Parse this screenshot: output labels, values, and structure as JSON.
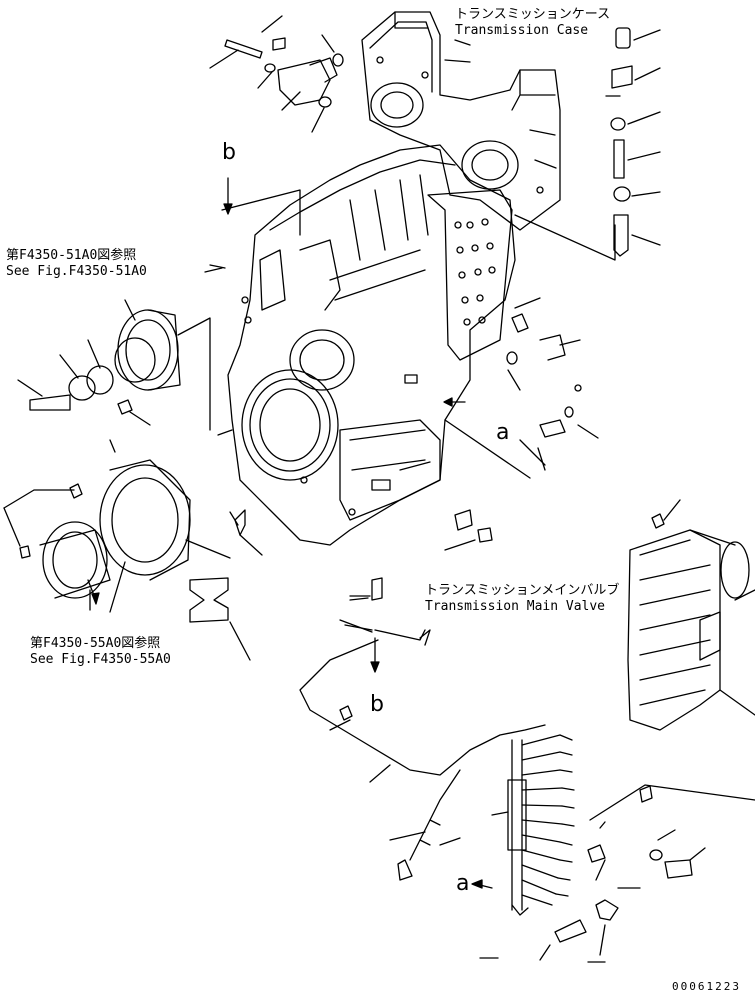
{
  "labels": {
    "transmission_case_jp": "トランスミッションケース",
    "transmission_case_en": "Transmission Case",
    "main_valve_jp": "トランスミッションメインバルブ",
    "main_valve_en": "Transmission Main Valve",
    "ref_51_jp": "第F4350-51A0図参照",
    "ref_51_en": "See Fig.F4350-51A0",
    "ref_55_jp": "第F4350-55A0図参照",
    "ref_55_en": "See Fig.F4350-55A0"
  },
  "markers": {
    "b_top": "b",
    "a_right": "a",
    "b_mid": "b",
    "a_bottom": "a"
  },
  "drawing_number": "00061223"
}
